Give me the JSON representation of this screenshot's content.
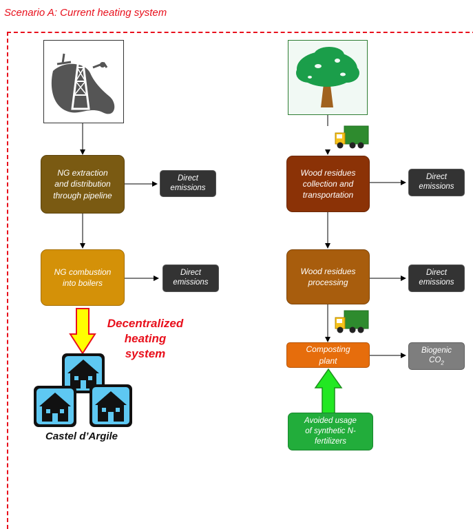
{
  "title": "Scenario A: Current heating system",
  "ng_chain": {
    "extraction": "NG extraction\nand distribution\nthrough pipeline",
    "combustion": "NG combustion\ninto boilers",
    "emissions_1": "Direct\nemissions",
    "emissions_2": "Direct\nemissions",
    "decentralized": "Decentralized\nheating\nsystem",
    "location": "Castel d’Argile"
  },
  "wood_chain": {
    "collection": "Wood residues\ncollection and\ntransportation",
    "processing": "Wood residues\nprocessing",
    "composting": "Composting\nplant",
    "avoided": "Avoided usage\nof synthetic N-\nfertilizers",
    "emissions_1": "Direct\nemissions",
    "emissions_2": "Direct\nemissions",
    "biogenic_label": "Biogenic",
    "co2_prefix": "CO",
    "co2_sub": "2"
  },
  "colors": {
    "dashed_frame": "#e8101c",
    "ng_extraction": "#7a5a12",
    "ng_combustion": "#d49108",
    "wood_collection": "#8b3206",
    "wood_processing": "#a85d0d",
    "composting": "#e66d0c",
    "avoided": "#22ad3b",
    "biogenic": "#7e7e7e",
    "emissions": "#333333"
  },
  "icons": [
    "gas-derrick-icon",
    "tree-icon",
    "truck-icon",
    "truck-icon",
    "house-icon",
    "yellow-down-arrow",
    "green-up-arrow"
  ]
}
